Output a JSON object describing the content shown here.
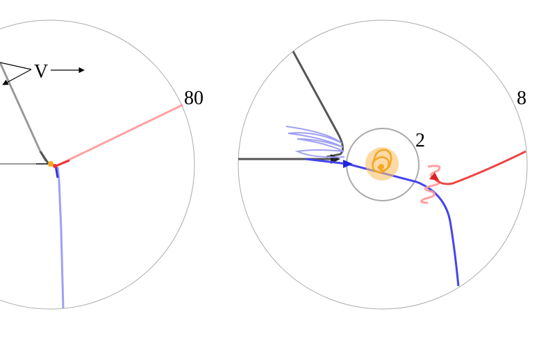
{
  "left_panel": {
    "radius_label": "80",
    "velocity_label": "V"
  },
  "right_panel": {
    "outer_radius_label": "8",
    "inner_radius_label": "2"
  },
  "colors": {
    "black_body": "#444444",
    "red_body": "#ee4444",
    "blue_body": "#4444ee",
    "center_object": "#f5a623",
    "circle": "#aaaaaa"
  }
}
